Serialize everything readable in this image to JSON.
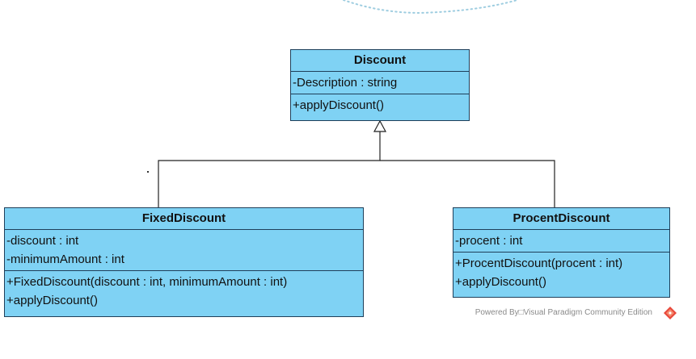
{
  "classes": {
    "discount": {
      "name": "Discount",
      "attributes": [
        "-Description : string"
      ],
      "operations": [
        "+applyDiscount()"
      ]
    },
    "fixed_discount": {
      "name": "FixedDiscount",
      "attributes": [
        "-discount : int",
        "-minimumAmount : int"
      ],
      "operations": [
        "+FixedDiscount(discount : int, minimumAmount : int)",
        "+applyDiscount()"
      ]
    },
    "procent_discount": {
      "name": "ProcentDiscount",
      "attributes": [
        "-procent : int"
      ],
      "operations": [
        "+ProcentDiscount(procent : int)",
        "+applyDiscount()"
      ]
    }
  },
  "relationships": [
    {
      "type": "generalization",
      "from": "FixedDiscount",
      "to": "Discount"
    },
    {
      "type": "generalization",
      "from": "ProcentDiscount",
      "to": "Discount"
    }
  ],
  "footer": {
    "text": "Powered By□Visual Paradigm Community Edition"
  },
  "colors": {
    "class_fill": "#7fd2f4",
    "class_border": "#1f3f5a",
    "connector": "#222222",
    "decorative_dots": "#9ecde0",
    "logo_red": "#e8483b"
  }
}
